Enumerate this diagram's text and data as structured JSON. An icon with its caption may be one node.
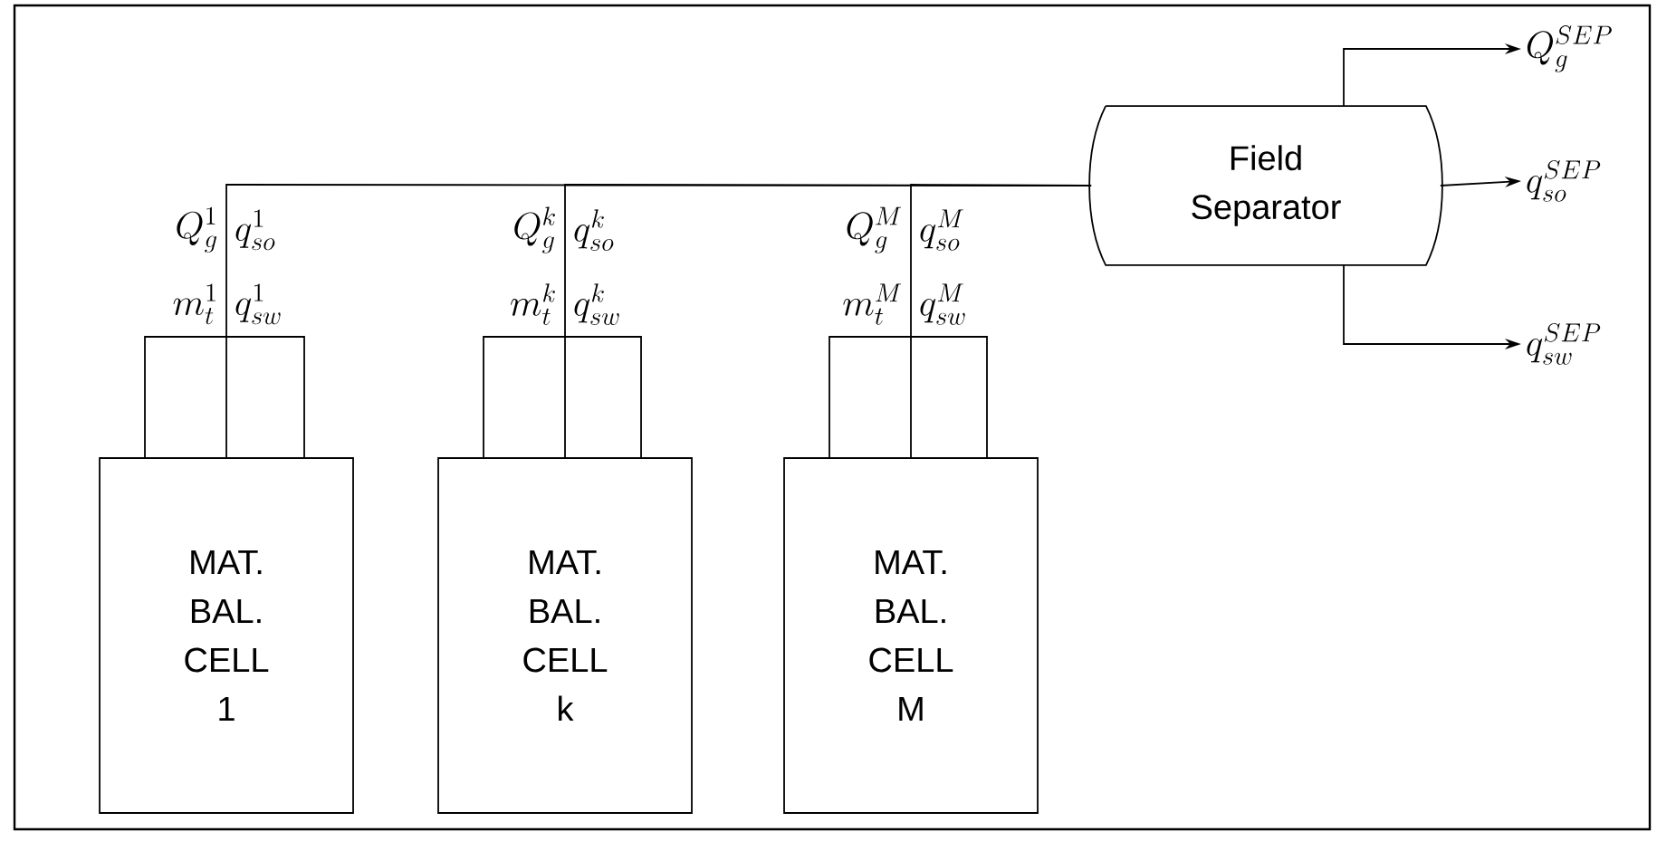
{
  "diagram": {
    "nodes": [
      {
        "text": [
          "MAT. BAL. CELL 1"
        ],
        "beside": [
          "Q^{1}_{g}",
          "q^{1}_{so}",
          "m^{1}_{t}",
          "q^{1}_{sw}"
        ]
      },
      {
        "text": [
          "MAT. BAL. CELL k"
        ],
        "beside": [
          "Q^{k}_{g}",
          "q^{k}_{so}",
          "m^{k}_{t}",
          "q^{k}_{sw}"
        ]
      },
      {
        "text": [
          "MAT. BAL. CELL M"
        ],
        "beside": [
          "Q^{M}_{g}",
          "q^{M}_{so}",
          "m^{M}_{t}",
          "q^{M}_{sw}"
        ]
      },
      {
        "text": [
          "Field Separator"
        ]
      },
      {
        "text": [
          "Q^{SEP}_{g}"
        ]
      },
      {
        "text": [
          "q^{SEP}_{so}"
        ]
      },
      {
        "text": [
          "q^{SEP}_{sw}"
        ]
      }
    ],
    "edges": [
      {
        "from": 0,
        "to": 3,
        "arrow": "none"
      },
      {
        "from": 1,
        "to": 3,
        "arrow": "none"
      },
      {
        "from": 2,
        "to": 3,
        "arrow": "none"
      },
      {
        "from": 3,
        "to": 4,
        "arrow": "to"
      },
      {
        "from": 3,
        "to": 5,
        "arrow": "to"
      },
      {
        "from": 3,
        "to": 6,
        "arrow": "to"
      }
    ]
  }
}
